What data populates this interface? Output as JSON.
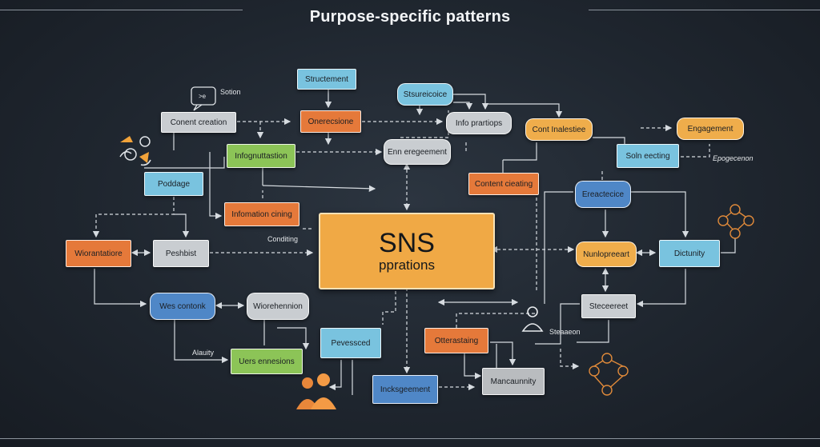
{
  "title": "Purpose-specific patterns",
  "hub": {
    "title": "SNS",
    "subtitle": "pprations"
  },
  "nodes": {
    "structurement": "Structement",
    "stsureicoice": "Stsureicoice",
    "content_creation": "Conent creation",
    "oranizecsione": "Onerecsione",
    "info_prartiops": "Info prartiops",
    "contt_inalestiee": "Cont Inalestiee",
    "engagement": "Engagement",
    "infognuttastion": "Infognuttastion",
    "enn_eregeement": "Enn eregeement",
    "solin_eecting": "Soln eecting",
    "poddage": "Poddage",
    "content_cieating": "Content cieating",
    "ereacttecice": "Ereactecice",
    "infomation_cining": "Infomation cining",
    "wiorantatiore": "Wiorantatiore",
    "peshbist": "Peshbist",
    "nunlopreeart": "Nunlopreeart",
    "dictrunlity": "Dictunity",
    "wes_contonk": "Wes contonk",
    "wiorehennion": "Wiorehennion",
    "stecbereet": "Steceereet",
    "pevessced": "Pevessced",
    "ottertasting": "Otterastaing",
    "uers_ennesions": "Uers ennesions",
    "incksgeement": "Incksgeement",
    "manciaunnity": "Mancaunnity"
  },
  "labels": {
    "sotion": "Sotion",
    "chat_glyph": ">e",
    "conditing": "Conditing",
    "epogecenon": "Epogecenon",
    "alauity": "Alauity",
    "steasenon": "Steaaeon"
  },
  "colors": {
    "orange": "#e5793a",
    "blue": "#79c3df",
    "gray": "#c9cdd1",
    "green": "#8cc457",
    "yellow": "#efad4b",
    "navy": "#4f87c7",
    "hub": "#f0a945"
  }
}
